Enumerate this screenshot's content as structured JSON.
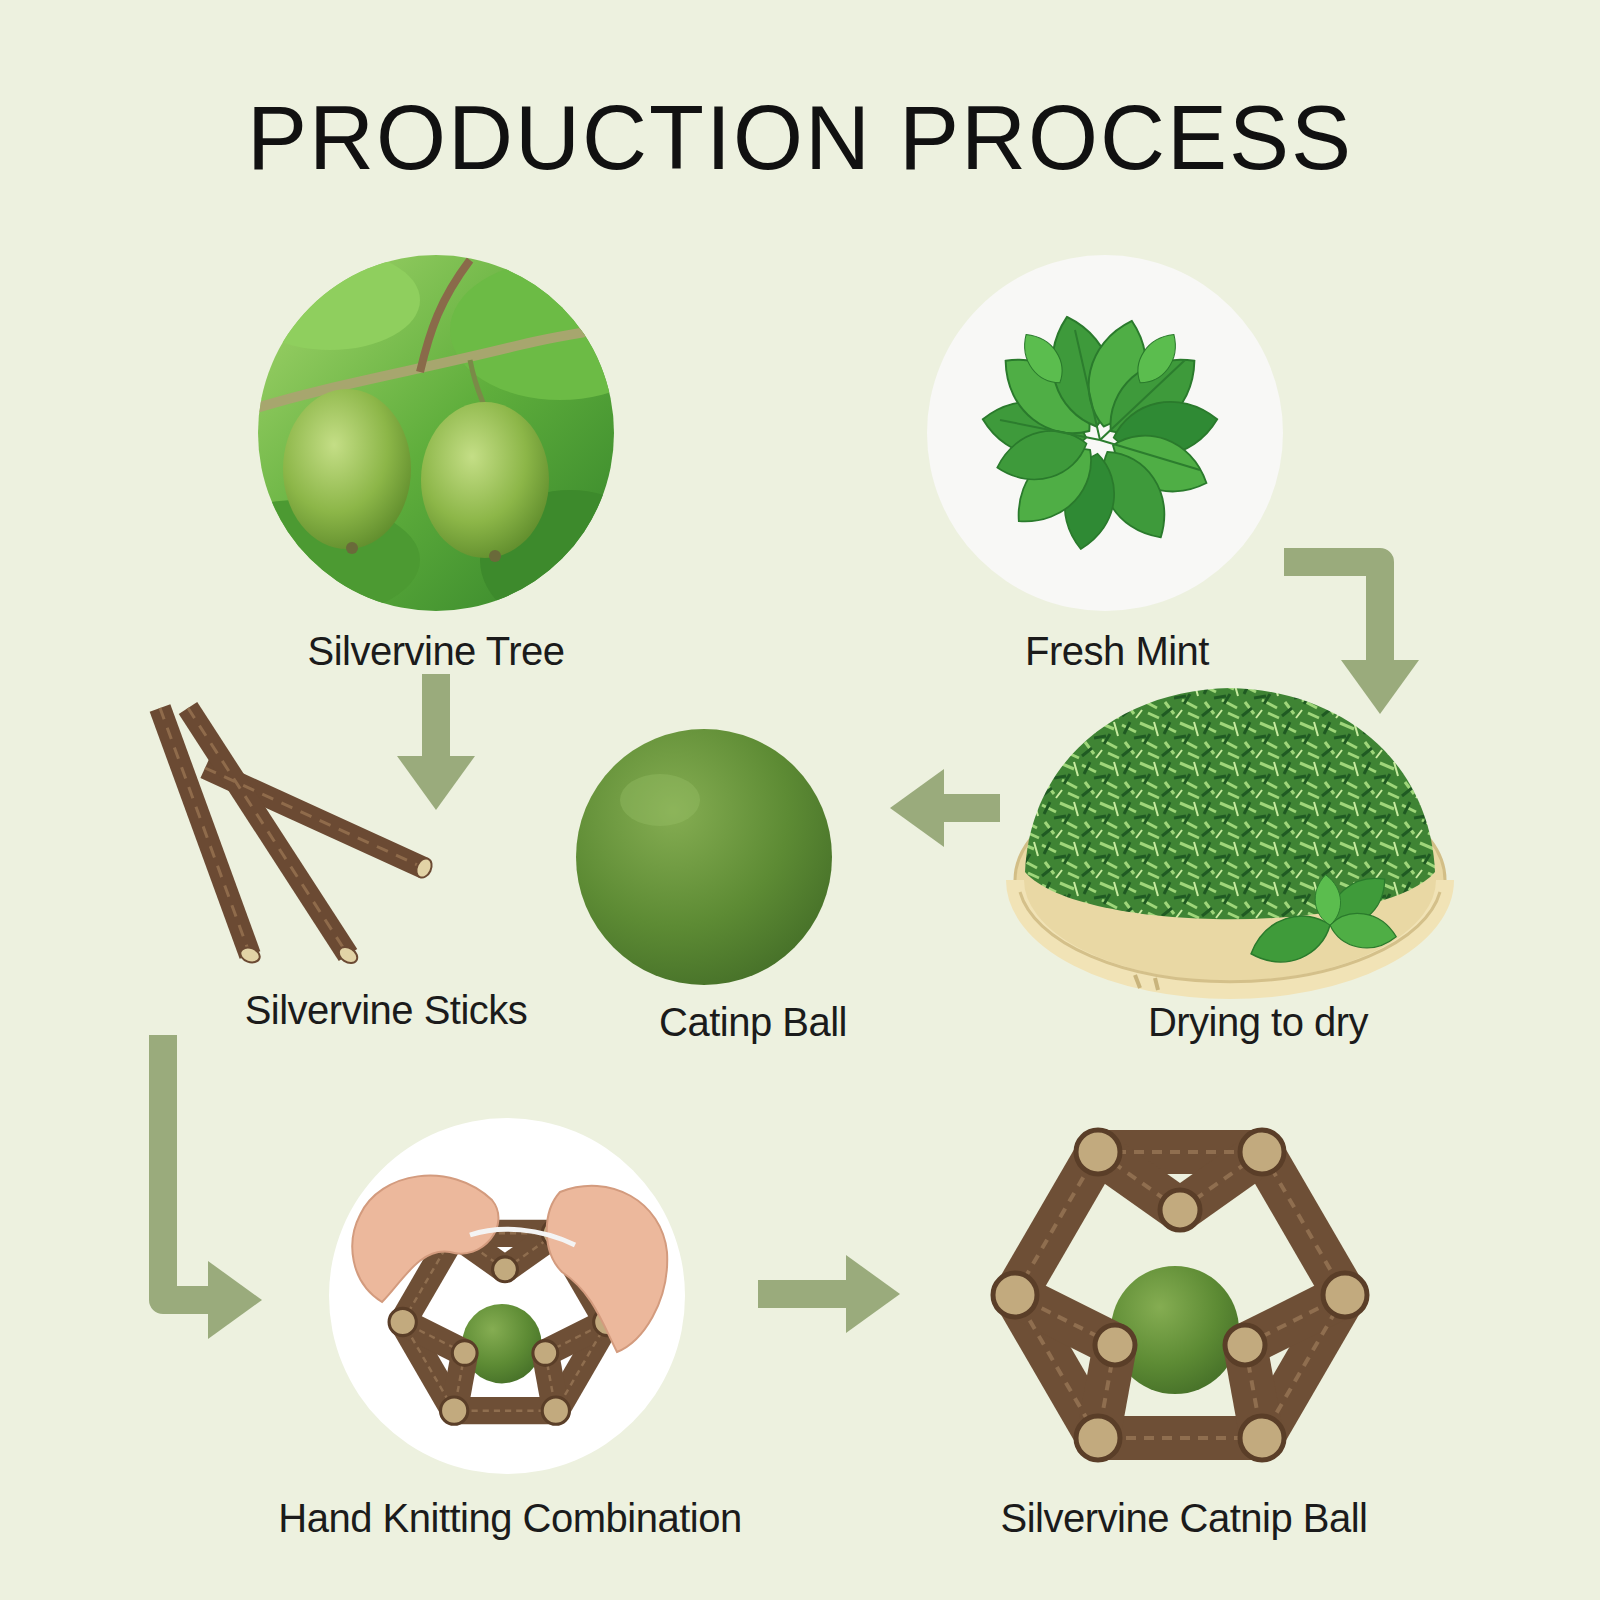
{
  "diagram": {
    "title": "PRODUCTION PROCESS",
    "nodes": [
      {
        "text": [
          "Silvervine Tree"
        ]
      },
      {
        "text": [
          "Fresh Mint"
        ]
      },
      {
        "text": [
          "Silvervine Sticks"
        ]
      },
      {
        "text": [
          "Catinp Ball"
        ]
      },
      {
        "text": [
          "Drying to dry"
        ]
      },
      {
        "text": [
          "Hand Knitting Combination"
        ]
      },
      {
        "text": [
          "Silvervine Catnip Ball"
        ]
      }
    ],
    "edges": [
      {
        "from": 0,
        "to": 2,
        "arrow": "to"
      },
      {
        "from": 1,
        "to": 4,
        "arrow": "to"
      },
      {
        "from": 4,
        "to": 3,
        "arrow": "to"
      },
      {
        "from": 2,
        "to": 5,
        "arrow": "to"
      },
      {
        "from": 5,
        "to": 6,
        "arrow": "to"
      }
    ]
  }
}
